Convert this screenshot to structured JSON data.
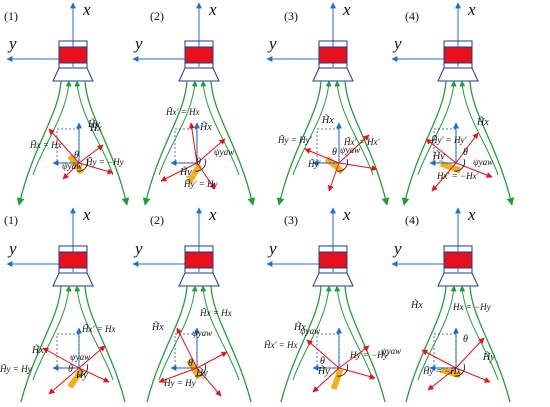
{
  "panels": [
    {
      "number": "(1)",
      "x_label": "x",
      "y_label": "y",
      "labels": [
        "H̃x = Hx",
        "H̃y",
        "H̃x",
        "H̃y = −Hy",
        "ψyaw",
        "θ"
      ]
    },
    {
      "number": "(2)",
      "x_label": "x",
      "y_label": "y",
      "labels": [
        "H̃x' = Hx",
        "H̃x",
        "ψyaw",
        "H̃y",
        "H̃y' = Hy",
        "θ"
      ]
    },
    {
      "number": "(3)",
      "x_label": "x",
      "y_label": "y",
      "labels": [
        "H̃x",
        "H̃y = Hy'",
        "H̃x' = Hx'",
        "ψyaw",
        "H̃y'",
        "θ"
      ]
    },
    {
      "number": "(4)",
      "x_label": "x",
      "y_label": "y",
      "labels": [
        "H̃y' = Hy'",
        "H̃x",
        "H̃y",
        "ψyaw",
        "Hx' = −Hx'",
        "θ"
      ]
    },
    {
      "number": "(1)",
      "x_label": "x",
      "y_label": "y",
      "labels": [
        "H̃x",
        "H̃x' = Hx",
        "H̃y = Hy",
        "ψyaw",
        "H̃y",
        "θ"
      ]
    },
    {
      "number": "(2)",
      "x_label": "x",
      "y_label": "y",
      "labels": [
        "H̃x",
        "H̃x = Hx",
        "ψyaw",
        "Hy = Hy",
        "H̃y",
        "θ"
      ]
    },
    {
      "number": "(3)",
      "x_label": "x",
      "y_label": "y",
      "labels": [
        "H̃x",
        "ψyaw",
        "H̃x' = Hx",
        "Hy = −Hy",
        "H̃y",
        "θ"
      ]
    },
    {
      "number": "(4)",
      "x_label": "x",
      "y_label": "y",
      "labels": [
        "H̃x",
        "Hx = −Hy",
        "ψyaw",
        "θ",
        "H̃y",
        "H̃y = −Hx"
      ]
    }
  ],
  "colors": {
    "axis": "#1f6fd1",
    "head_fill": "#e8101c",
    "head_stroke": "#1a3c8c",
    "track": "#1f9e3a",
    "arrow": "#e8101c",
    "sensor": "#f0b11f",
    "text": "#111111"
  }
}
